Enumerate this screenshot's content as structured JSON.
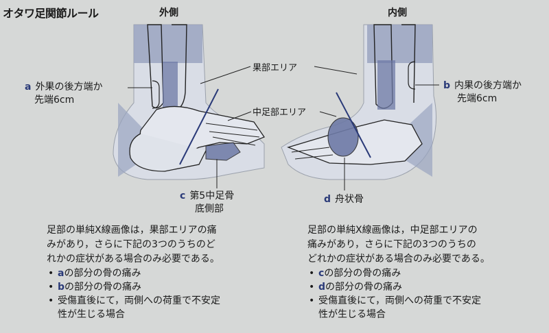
{
  "title": "オタワ足関節ルール",
  "views": {
    "lateral": "外側",
    "medial": "内側"
  },
  "zones": {
    "malleolar": "果部エリア",
    "midfoot": "中足部エリア"
  },
  "callouts": {
    "a": {
      "letter": "a",
      "line1": "外果の後方端か",
      "line2": "先端6cm"
    },
    "b": {
      "letter": "b",
      "line1": "内果の後方端か",
      "line2": "先端6cm"
    },
    "c": {
      "letter": "c",
      "line1": "第5中足骨",
      "line2": "底側部"
    },
    "d": {
      "letter": "d",
      "line1": "舟状骨"
    }
  },
  "left_text": {
    "lines": [
      "足部の単純X線画像は，果部エリアの痛",
      "みがあり，さらに下記の3つのうちのど",
      "れかの症状がある場合のみ必要である。"
    ],
    "bullets": [
      {
        "letter": "a",
        "text": "の部分の骨の痛み"
      },
      {
        "letter": "b",
        "text": "の部分の骨の痛み"
      },
      {
        "letter": "",
        "text": "受傷直後にて，両側への荷重で不安定"
      }
    ],
    "continuation": "性が生じる場合"
  },
  "right_text": {
    "lines": [
      "足部の単純X線画像は，中足部エリアの",
      "痛みがあり，さらに下記の3つのうちの",
      "どれかの症状がある場合のみ必要である。"
    ],
    "bullets": [
      {
        "letter": "c",
        "text": "の部分の骨の痛み"
      },
      {
        "letter": "d",
        "text": "の部分の骨の痛み"
      },
      {
        "letter": "",
        "text": "受傷直後にて，両側への荷重で不安定"
      }
    ],
    "continuation": "性が生じる場合"
  },
  "colors": {
    "zone_fill": "#9aa5c0",
    "bone_highlight": "#6e7aa6",
    "line": "#2a3a78",
    "bone_outline": "#222222",
    "skin": "#cfd4de"
  }
}
